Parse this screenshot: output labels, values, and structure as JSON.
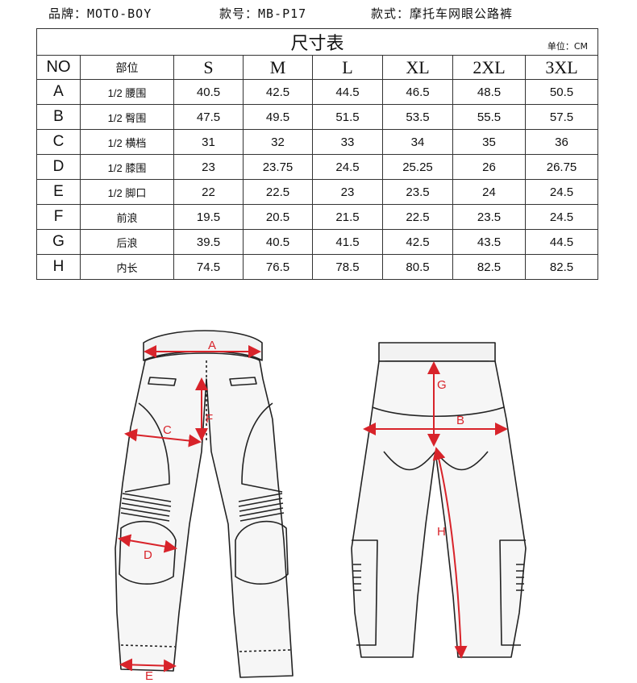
{
  "header": {
    "brand": "品牌：MOTO-BOY",
    "model": "款号：MB-P17",
    "style": "款式：摩托车网眼公路裤"
  },
  "table": {
    "title": "尺寸表",
    "unit": "单位：CM",
    "col_no": "NO",
    "col_part": "部位",
    "sizes": [
      "S",
      "M",
      "L",
      "XL",
      "2XL",
      "3XL"
    ],
    "rows": [
      {
        "no": "A",
        "part": "1/2 腰围",
        "values": [
          "40.5",
          "42.5",
          "44.5",
          "46.5",
          "48.5",
          "50.5"
        ]
      },
      {
        "no": "B",
        "part": "1/2 臀围",
        "values": [
          "47.5",
          "49.5",
          "51.5",
          "53.5",
          "55.5",
          "57.5"
        ]
      },
      {
        "no": "C",
        "part": "1/2 横档",
        "values": [
          "31",
          "32",
          "33",
          "34",
          "35",
          "36"
        ]
      },
      {
        "no": "D",
        "part": "1/2 膝围",
        "values": [
          "23",
          "23.75",
          "24.5",
          "25.25",
          "26",
          "26.75"
        ]
      },
      {
        "no": "E",
        "part": "1/2 脚口",
        "values": [
          "22",
          "22.5",
          "23",
          "23.5",
          "24",
          "24.5"
        ]
      },
      {
        "no": "F",
        "part": "前浪",
        "values": [
          "19.5",
          "20.5",
          "21.5",
          "22.5",
          "23.5",
          "24.5"
        ]
      },
      {
        "no": "G",
        "part": "后浪",
        "values": [
          "39.5",
          "40.5",
          "41.5",
          "42.5",
          "43.5",
          "44.5"
        ]
      },
      {
        "no": "H",
        "part": "内长",
        "values": [
          "74.5",
          "76.5",
          "78.5",
          "80.5",
          "82.5",
          "82.5"
        ]
      }
    ]
  },
  "diagram": {
    "labels": {
      "a": "A",
      "b": "B",
      "c": "C",
      "d": "D",
      "e": "E",
      "f": "F",
      "g": "G",
      "h": "H"
    },
    "accent_color": "#d8232a",
    "line_color": "#222222"
  }
}
